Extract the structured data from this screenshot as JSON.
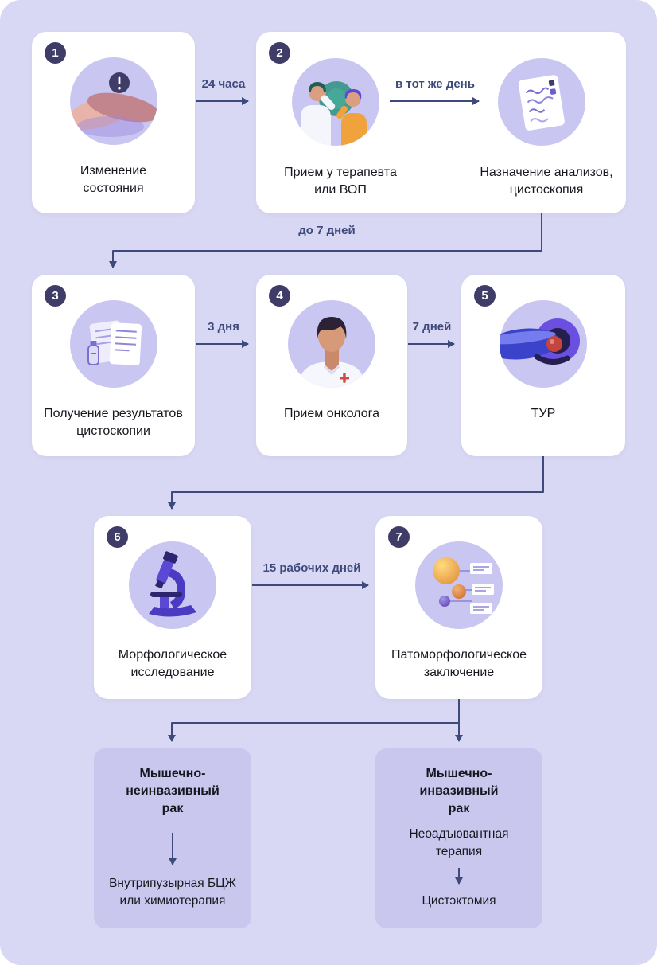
{
  "colors": {
    "background": "#d9d8f4",
    "card": "#ffffff",
    "badge": "#3f3d68",
    "arrow": "#3d4a7b",
    "branch_box": "#c9c7ee",
    "icon_circle": "#c9c7f1",
    "text": "#17171f"
  },
  "steps": [
    {
      "number": "1",
      "icon": "hands-alert-icon",
      "label": "Изменение\nсостояния"
    },
    {
      "number": "2",
      "icon": "doctor-patient-icon",
      "label": "Прием у терапевта\nили ВОП"
    },
    {
      "icon": "analysis-document-icon",
      "label": "Назначение анализов,\nцистоскопия"
    },
    {
      "number": "3",
      "icon": "results-documents-icon",
      "label": "Получение результатов\nцистоскопии"
    },
    {
      "number": "4",
      "icon": "oncologist-icon",
      "label": "Прием онколога"
    },
    {
      "number": "5",
      "icon": "tur-procedure-icon",
      "label": "ТУР"
    },
    {
      "number": "6",
      "icon": "microscope-icon",
      "label": "Морфологическое\nисследование"
    },
    {
      "number": "7",
      "icon": "pathology-cells-icon",
      "label": "Патоморфологическое\nзаключение"
    }
  ],
  "arrows": {
    "step1_to_step2": "24 часа",
    "therapist_to_tests": "в тот же день",
    "step2_to_step3": "до 7 дней",
    "step3_to_step4": "3 дня",
    "step4_to_step5": "7 дней",
    "step6_to_step7": "15 рабочих дней"
  },
  "branches": [
    {
      "header": "Мышечно-\nнеинвазивный\nрак",
      "treatment": "Внутрипузырная БЦЖ\nили химиотерапия"
    },
    {
      "header": "Мышечно-\nинвазивный\nрак",
      "step": "Неоадъювантная\nтерапия",
      "treatment": "Цистэктомия"
    }
  ]
}
